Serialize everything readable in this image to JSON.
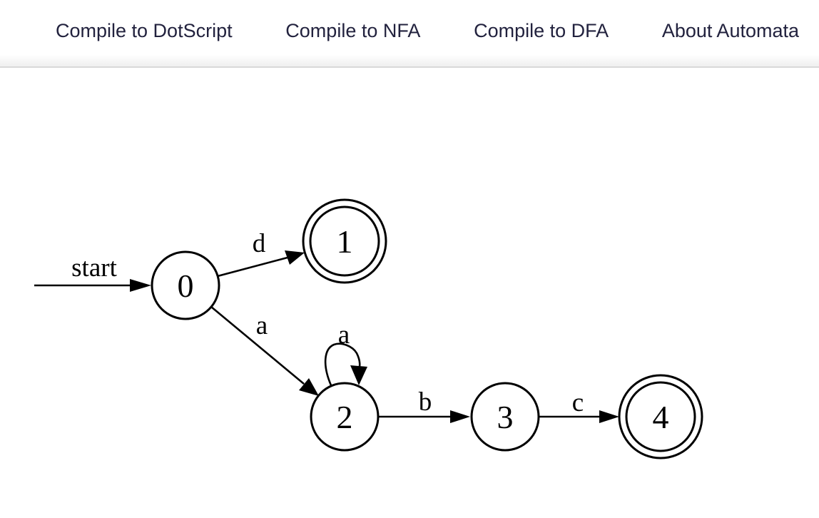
{
  "navbar": {
    "items": [
      {
        "label": "Compile to DotScript"
      },
      {
        "label": "Compile to NFA"
      },
      {
        "label": "Compile to DFA"
      },
      {
        "label": "About Automata"
      }
    ]
  },
  "colors": {
    "nav_text": "#22223e",
    "nav_border": "#d8d8d8",
    "diagram_stroke": "#000000",
    "background": "#ffffff"
  },
  "automaton": {
    "start_label": "start",
    "states": [
      {
        "id": "0",
        "label": "0",
        "accepting": false,
        "start": true
      },
      {
        "id": "1",
        "label": "1",
        "accepting": true,
        "start": false
      },
      {
        "id": "2",
        "label": "2",
        "accepting": false,
        "start": false
      },
      {
        "id": "3",
        "label": "3",
        "accepting": false,
        "start": false
      },
      {
        "id": "4",
        "label": "4",
        "accepting": true,
        "start": false
      }
    ],
    "transitions": [
      {
        "from": "0",
        "to": "1",
        "label": "d"
      },
      {
        "from": "0",
        "to": "2",
        "label": "a"
      },
      {
        "from": "2",
        "to": "2",
        "label": "a"
      },
      {
        "from": "2",
        "to": "3",
        "label": "b"
      },
      {
        "from": "3",
        "to": "4",
        "label": "c"
      }
    ]
  }
}
